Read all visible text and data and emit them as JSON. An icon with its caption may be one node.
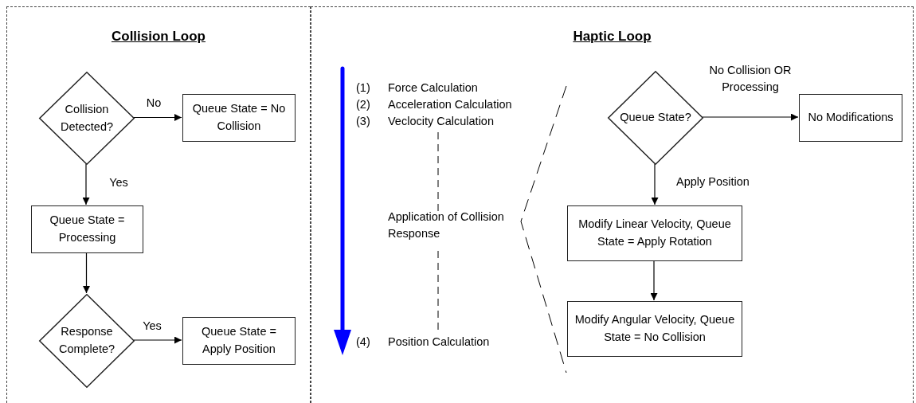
{
  "diagram": {
    "nodes": [
      {
        "text": [
          "Collision Loop"
        ]
      },
      {
        "text": [
          "Haptic Loop"
        ]
      },
      {
        "text": [
          "Collision Detected?"
        ],
        "in": 0
      },
      {
        "text": [
          "Queue State = No Collision"
        ],
        "in": 0
      },
      {
        "text": [
          "Queue State = Processing"
        ],
        "in": 0
      },
      {
        "text": [
          "Response Complete?"
        ],
        "in": 0
      },
      {
        "text": [
          "Queue State = Apply Position"
        ],
        "in": 0
      },
      {
        "text": [
          "Queue State?"
        ],
        "in": 1
      },
      {
        "text": [
          "No Modifications"
        ],
        "in": 1
      },
      {
        "text": [
          "Modify Linear Velocity, Queue State = Apply Rotation"
        ],
        "in": 1
      },
      {
        "text": [
          "Modify Angular Velocity, Queue State = No Collision"
        ],
        "in": 1
      }
    ],
    "edges": [
      {
        "from": 2,
        "to": 3,
        "arrow": "to",
        "label": "No"
      },
      {
        "from": 2,
        "to": 4,
        "arrow": "to",
        "label": "Yes"
      },
      {
        "from": 4,
        "to": 5,
        "arrow": "to"
      },
      {
        "from": 5,
        "to": 6,
        "arrow": "to",
        "label": "Yes"
      },
      {
        "from": 7,
        "to": 8,
        "arrow": "to",
        "label": "No Collision OR Processing"
      },
      {
        "from": 7,
        "to": 9,
        "arrow": "to",
        "label": "Apply Position"
      },
      {
        "from": 9,
        "to": 10,
        "arrow": "to"
      }
    ],
    "labels": [
      "(1)",
      "Force Calculation",
      "(2)",
      "Acceleration Calculation",
      "(3)",
      "Veclocity Calculation",
      "Application of Collision Response",
      "(4)",
      "Position Calculation"
    ]
  }
}
